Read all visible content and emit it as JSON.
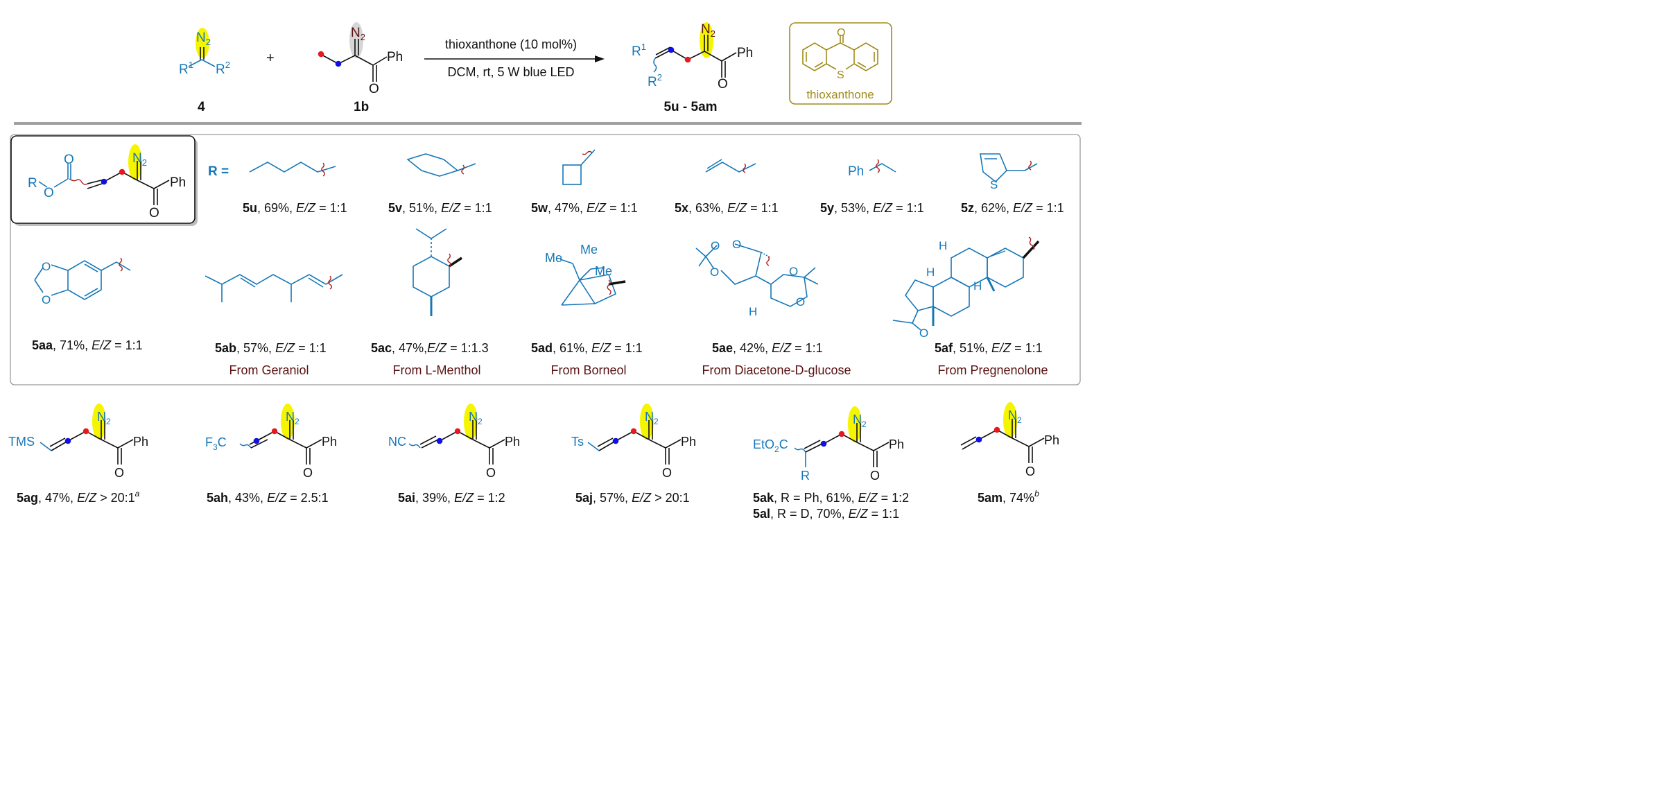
{
  "scheme": {
    "reactant_4": {
      "label": "4",
      "r1": "R",
      "r1_sup": "1",
      "r2": "R",
      "r2_sup": "2",
      "n2": "N",
      "n2_sub": "2"
    },
    "plus": "+",
    "reactant_1b": {
      "label": "1b",
      "ph": "Ph",
      "o": "O",
      "n2": "N",
      "n2_sub": "2"
    },
    "conditions": {
      "above": "thioxanthone (10 mol%)",
      "below": "DCM, rt, 5 W blue LED"
    },
    "product": {
      "label": "5u - 5am",
      "r1": "R",
      "r1_sup": "1",
      "r2": "R",
      "r2_sup": "2",
      "ph": "Ph",
      "o": "O",
      "n2": "N",
      "n2_sub": "2"
    },
    "catalyst": {
      "name": "thioxanthone",
      "o": "O",
      "s": "S"
    }
  },
  "panel": {
    "core": {
      "r": "R",
      "o1": "O",
      "o2": "O",
      "o3": "O",
      "ph": "Ph",
      "n2": "N",
      "n2_sub": "2"
    },
    "r_equals": "R ="
  },
  "colors": {
    "blue": "#1677b8",
    "red": "#e6191e",
    "dot_blue": "#1010e0",
    "highlight": "#f5f500",
    "dark_red": "#5a1212",
    "olive": "#a08b19",
    "grey_highlight": "#d6d6d6"
  },
  "entries": [
    {
      "id": "5u",
      "text": ", 69%, ",
      "ez": "E/Z",
      "ratio": " = 1:1",
      "note": ""
    },
    {
      "id": "5v",
      "text": ", 51%, ",
      "ez": "E/Z",
      "ratio": " = 1:1",
      "note": ""
    },
    {
      "id": "5w",
      "text": ", 47%, ",
      "ez": "E/Z",
      "ratio": " = 1:1",
      "note": ""
    },
    {
      "id": "5x",
      "text": ", 63%, ",
      "ez": "E/Z",
      "ratio": " = 1:1",
      "note": ""
    },
    {
      "id": "5y",
      "text": ", 53%, ",
      "ez": "E/Z",
      "ratio": " = 1:1",
      "note": ""
    },
    {
      "id": "5z",
      "text": ", 62%, ",
      "ez": "E/Z",
      "ratio": " = 1:1",
      "note": ""
    },
    {
      "id": "5aa",
      "text": ", 71%, ",
      "ez": "E/Z",
      "ratio": " = 1:1",
      "note": ""
    },
    {
      "id": "5ab",
      "text": ", 57%, ",
      "ez": "E/Z",
      "ratio": " = 1:1",
      "note": "From Geraniol"
    },
    {
      "id": "5ac",
      "text": ", 47%,",
      "ez": "E/Z",
      "ratio": " = 1:1.3",
      "note": "From L-Menthol"
    },
    {
      "id": "5ad",
      "text": ", 61%, ",
      "ez": "E/Z",
      "ratio": " = 1:1",
      "note": "From Borneol"
    },
    {
      "id": "5ae",
      "text": ", 42%, ",
      "ez": "E/Z",
      "ratio": " = 1:1",
      "note": "From Diacetone-D-glucose"
    },
    {
      "id": "5af",
      "text": ", 51%, ",
      "ez": "E/Z",
      "ratio": " = 1:1",
      "note": "From Pregnenolone"
    }
  ],
  "structure_labels": {
    "ph": "Ph",
    "s": "S",
    "me": "Me",
    "o": "O",
    "h": "H"
  },
  "bottom": [
    {
      "id": "5ag",
      "text": ", 47%, ",
      "ez": "E/Z",
      "ratio": " > 20:1",
      "sup": "a",
      "group": "TMS"
    },
    {
      "id": "5ah",
      "text": ", 43%, ",
      "ez": "E/Z",
      "ratio": " = 2.5:1",
      "sup": "",
      "group": "F",
      "group_sub": "3",
      "group_tail": "C"
    },
    {
      "id": "5ai",
      "text": ", 39%, ",
      "ez": "E/Z",
      "ratio": " = 1:2",
      "sup": "",
      "group": "NC"
    },
    {
      "id": "5aj",
      "text": ", 57%, ",
      "ez": "E/Z",
      "ratio": " > 20:1",
      "sup": "",
      "group": "Ts"
    },
    {
      "id": "5ak",
      "text": ", R = Ph, 61%, ",
      "ez": "E/Z",
      "ratio": " = 1:2",
      "sup": "",
      "group": "EtO",
      "group_sub": "2",
      "group_tail": "C",
      "r": "R"
    },
    {
      "id": "5al",
      "text": ", R = D, 70%, ",
      "ez": "E/Z",
      "ratio": " = 1:1",
      "sup": ""
    },
    {
      "id": "5am",
      "text": ", 74%",
      "ez": "",
      "ratio": "",
      "sup": "b"
    }
  ],
  "common": {
    "ph": "Ph",
    "o": "O",
    "n2": "N",
    "n2_sub": "2"
  }
}
